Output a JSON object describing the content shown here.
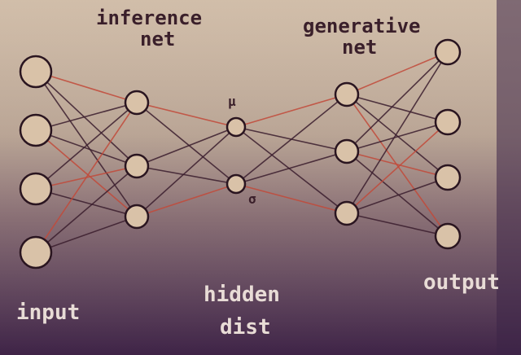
{
  "labels": {
    "inference_title": [
      "inference",
      "net"
    ],
    "generative_title": [
      "generative",
      "net"
    ],
    "input": "input",
    "hidden": [
      "hidden",
      "dist"
    ],
    "output": "output",
    "mu": "μ",
    "sigma": "σ"
  },
  "layers": [
    {
      "name": "input",
      "count": 4
    },
    {
      "name": "inference-hidden",
      "count": 3
    },
    {
      "name": "latent",
      "count": 2
    },
    {
      "name": "generative-hidden",
      "count": 3
    },
    {
      "name": "output",
      "count": 4
    }
  ],
  "colors": {
    "edge": "#3b1e2e",
    "edge_highlight": "#c24a3a",
    "node_fill": "#d9c2a8",
    "node_stroke": "#2a1520",
    "text_dark": "#3a1f2a",
    "text_light": "#e8dcd6"
  }
}
